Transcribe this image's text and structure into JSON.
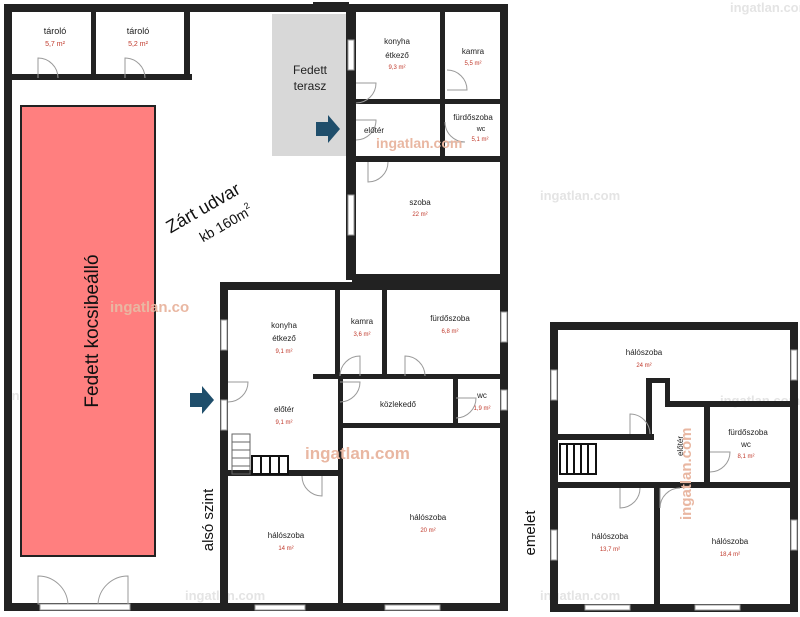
{
  "storage": {
    "room1": {
      "name": "tároló",
      "area": "5,7 m²"
    },
    "room2": {
      "name": "tároló",
      "area": "5,2 m²"
    }
  },
  "carport": {
    "label": "Fedett kocsibeálló",
    "color": "#ff7f7f"
  },
  "courtyard": {
    "label": "Zárt udvar",
    "area_prefix": "kb 160m",
    "area_sup": "2"
  },
  "terrace": {
    "line1": "Fedett",
    "line2": "terasz",
    "color": "#d8d8d8"
  },
  "annex": {
    "kitchen": {
      "line1": "konyha",
      "line2": "étkező",
      "area": "9,3 m²"
    },
    "pantry": {
      "name": "kamra",
      "area": "5,5 m²"
    },
    "hall": {
      "name": "előtér"
    },
    "bath": {
      "line1": "fürdőszoba",
      "line2": "wc",
      "area": "5,1 m²"
    },
    "room": {
      "name": "szoba",
      "area": "22 m²"
    }
  },
  "ground": {
    "level_label": "alsó szint",
    "kitchen": {
      "line1": "konyha",
      "line2": "étkező",
      "area": "9,1 m²"
    },
    "pantry": {
      "name": "kamra",
      "area": "3,6 m²"
    },
    "bath": {
      "name": "fürdőszoba",
      "area": "6,8 m²"
    },
    "corridor": {
      "name": "közlekedő"
    },
    "wc": {
      "name": "wc",
      "area": "1,9 m²"
    },
    "hall": {
      "name": "előtér",
      "area": "9,1 m²"
    },
    "bedroom1": {
      "name": "hálószoba",
      "area": "14 m²"
    },
    "bedroom2": {
      "name": "hálószoba",
      "area": "20 m²"
    }
  },
  "upper": {
    "level_label": "emelet",
    "bedroom1": {
      "name": "hálószoba",
      "area": "24 m²"
    },
    "hall": {
      "name": "előtér"
    },
    "bath": {
      "line1": "fürdőszoba",
      "line2": "wc",
      "area": "8,1 m²"
    },
    "bedroom2": {
      "name": "hálószoba",
      "area": "13,7 m²"
    },
    "bedroom3": {
      "name": "hálószoba",
      "area": "18,4 m²"
    }
  },
  "watermark": {
    "text": "ingatlan.com",
    "partial": "ingatlan.co"
  },
  "colors": {
    "entrance_arrow": "#1f4e6b",
    "wall": "#222222",
    "area_text": "#c0392b"
  }
}
